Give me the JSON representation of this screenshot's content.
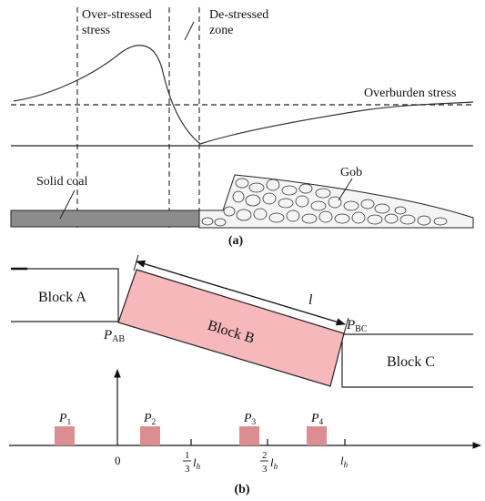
{
  "panel_a": {
    "labels": {
      "over_stressed_1": "Over-stressed",
      "over_stressed_2": "stress",
      "de_stressed_1": "De-stressed",
      "de_stressed_2": "zone",
      "overburden": "Overburden stress",
      "solid_coal": "Solid coal",
      "gob": "Gob"
    },
    "caption": "(a)"
  },
  "panel_b": {
    "blocks": {
      "a": "Block A",
      "b": "Block B",
      "c": "Block C"
    },
    "length_label": "l",
    "forces": {
      "p_ab": {
        "main": "P",
        "sub": "AB"
      },
      "p_bc": {
        "main": "P",
        "sub": "BC"
      }
    },
    "loads": [
      {
        "main": "P",
        "sub": "1"
      },
      {
        "main": "P",
        "sub": "2"
      },
      {
        "main": "P",
        "sub": "3"
      },
      {
        "main": "P",
        "sub": "4"
      }
    ],
    "ticks": {
      "zero": "0",
      "frac_num": "1",
      "frac_den": "3",
      "frac2_num": "2",
      "frac2_den": "3",
      "l_main": "l",
      "l_sub": "h"
    },
    "caption": "(b)"
  },
  "colors": {
    "block_b_fill": "#f6b8bb",
    "load_fill": "#dc8d92",
    "coal_fill": "#8c8c8c"
  }
}
